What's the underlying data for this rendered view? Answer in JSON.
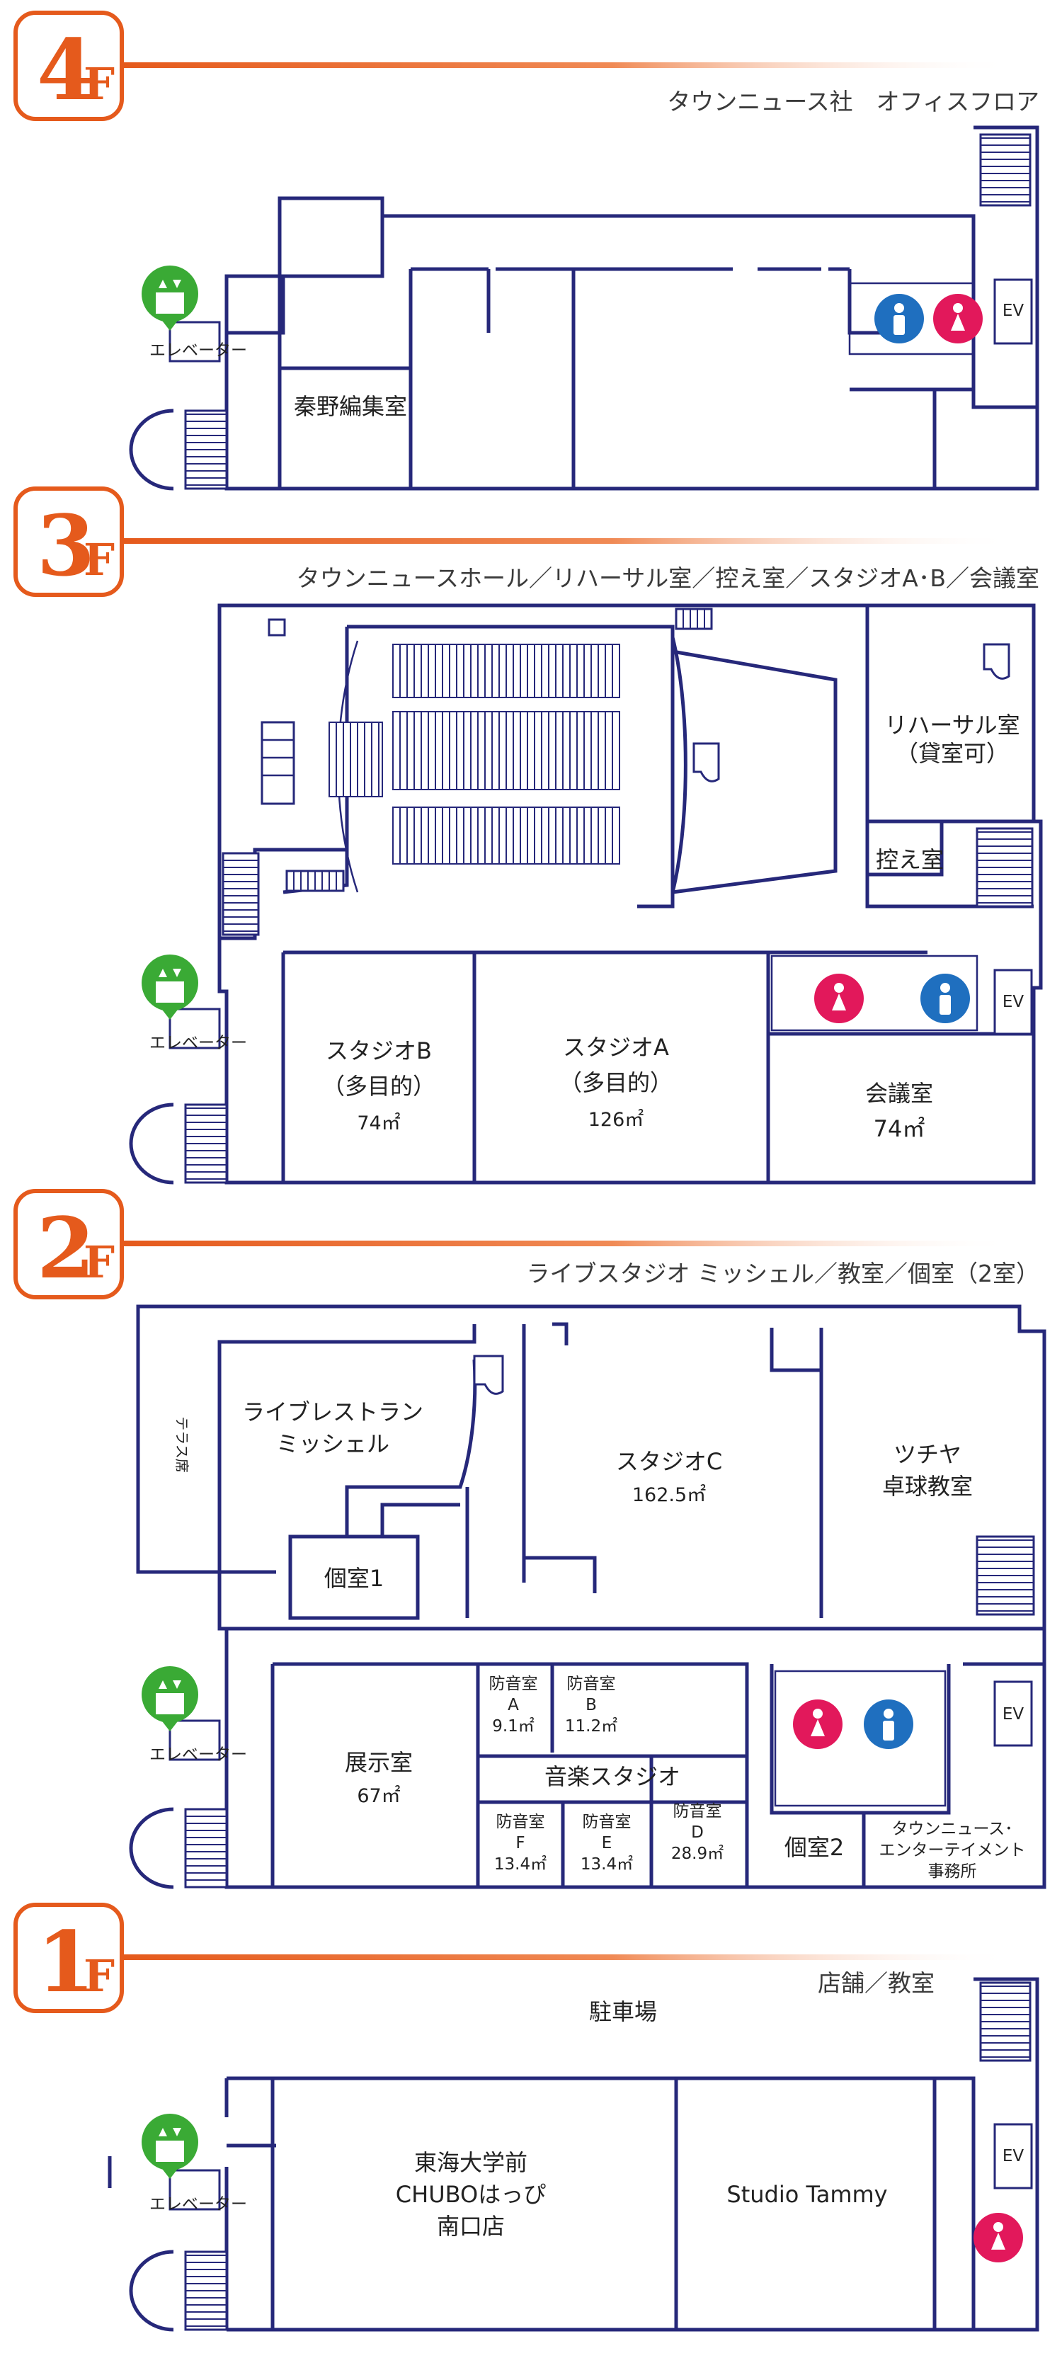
{
  "floors": [
    {
      "id": "4F",
      "badge_num": "4",
      "badge_f": "F",
      "title": "タウンニュース社　オフィスフロア",
      "rooms": {
        "editorial": "秦野編集室"
      },
      "elevator": "エレベーター",
      "ev": "EV"
    },
    {
      "id": "3F",
      "badge_num": "3",
      "badge_f": "F",
      "title": "タウンニュースホール／リハーサル室／控え室／スタジオA･B／会議室",
      "rooms": {
        "rehearsal_1": "リハーサル室",
        "rehearsal_2": "（貸室可）",
        "hikae": "控え室",
        "studio_b_1": "スタジオB",
        "studio_b_2": "（多目的）",
        "studio_b_area": "74㎡",
        "studio_a_1": "スタジオA",
        "studio_a_2": "（多目的）",
        "studio_a_area": "126㎡",
        "meeting": "会議室",
        "meeting_area": "74㎡"
      },
      "elevator": "エレベーター",
      "ev": "EV"
    },
    {
      "id": "2F",
      "badge_num": "2",
      "badge_f": "F",
      "title": "ライブスタジオ ミッシェル／教室／個室（2室）",
      "rooms": {
        "terrace": "テラス席",
        "rest_1": "ライブレストラン",
        "rest_2": "ミッシェル",
        "studio_c": "スタジオC",
        "studio_c_area": "162.5㎡",
        "tsuchiya_1": "ツチヤ",
        "tsuchiya_2": "卓球教室",
        "kosh1": "個室1",
        "tenji": "展示室",
        "tenji_area": "67㎡",
        "bou_a": "防音室",
        "bou_a_id": "A",
        "bou_a_area": "9.1㎡",
        "bou_b": "防音室",
        "bou_b_id": "B",
        "bou_b_area": "11.2㎡",
        "ongaku": "音楽スタジオ",
        "bou_f": "防音室",
        "bou_f_id": "F",
        "bou_f_area": "13.4㎡",
        "bou_e": "防音室",
        "bou_e_id": "E",
        "bou_e_area": "13.4㎡",
        "bou_d": "防音室",
        "bou_d_id": "D",
        "bou_d_area": "28.9㎡",
        "kosh2": "個室2",
        "office_1": "タウンニュース･",
        "office_2": "エンターテイメント",
        "office_3": "事務所"
      },
      "elevator": "エレベーター",
      "ev": "EV"
    },
    {
      "id": "1F",
      "badge_num": "1",
      "badge_f": "F",
      "title": "店舗／教室",
      "rooms": {
        "parking": "駐車場",
        "tokai_1": "東海大学前",
        "tokai_2": "CHUBOはっぴ",
        "tokai_3": "南口店",
        "tammy": "Studio Tammy"
      },
      "elevator": "エレベーター",
      "ev": "EV"
    }
  ],
  "colors": {
    "accent": "#e55a1c",
    "wall": "#26287a",
    "elevator_icon": "#3aaa35",
    "male_icon": "#1f6fbf",
    "female_icon": "#e2185b"
  },
  "icons": [
    "elevator-icon",
    "male-restroom-icon",
    "female-restroom-icon",
    "piano-icon",
    "stairs-icon"
  ]
}
